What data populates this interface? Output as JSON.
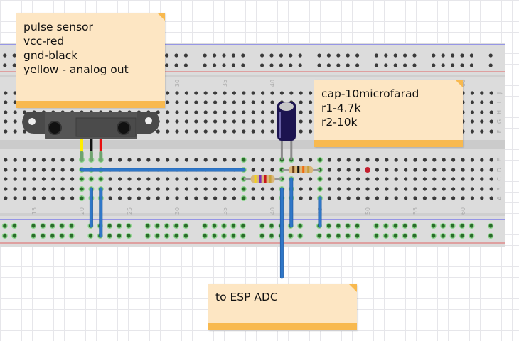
{
  "breadboard": {
    "column_labels": [
      "15",
      "20",
      "25",
      "30",
      "35",
      "40",
      "45",
      "50",
      "55",
      "60"
    ],
    "row_labels_top": [
      "J",
      "I",
      "H",
      "G",
      "F"
    ],
    "row_labels_bottom": [
      "E",
      "D",
      "C",
      "B",
      "A"
    ]
  },
  "colors": {
    "board": "#dcdcdc",
    "wire": "#2f77c8",
    "note_body": "#fde6c3",
    "note_bar": "#f8b94f",
    "rail_positive": "#e07b7b",
    "rail_negative": "#6b6bea"
  },
  "notes": [
    {
      "lines": [
        "pulse sensor",
        "vcc-red",
        "gnd-black",
        "yellow - analog out"
      ]
    },
    {
      "lines": [
        "cap-10microfarad",
        "r1-4.7k",
        "r2-10k"
      ]
    },
    {
      "lines": [
        "to ESP ADC"
      ]
    }
  ],
  "components": {
    "sensor_wires": [
      "yellow",
      "black",
      "red"
    ],
    "r1_bands": [
      "#f2d21a",
      "#7a2bb5",
      "#c8161d",
      "#c9a13a"
    ],
    "r2_bands": [
      "#6b3a12",
      "#111111",
      "#f06a10",
      "#c9a13a"
    ]
  }
}
